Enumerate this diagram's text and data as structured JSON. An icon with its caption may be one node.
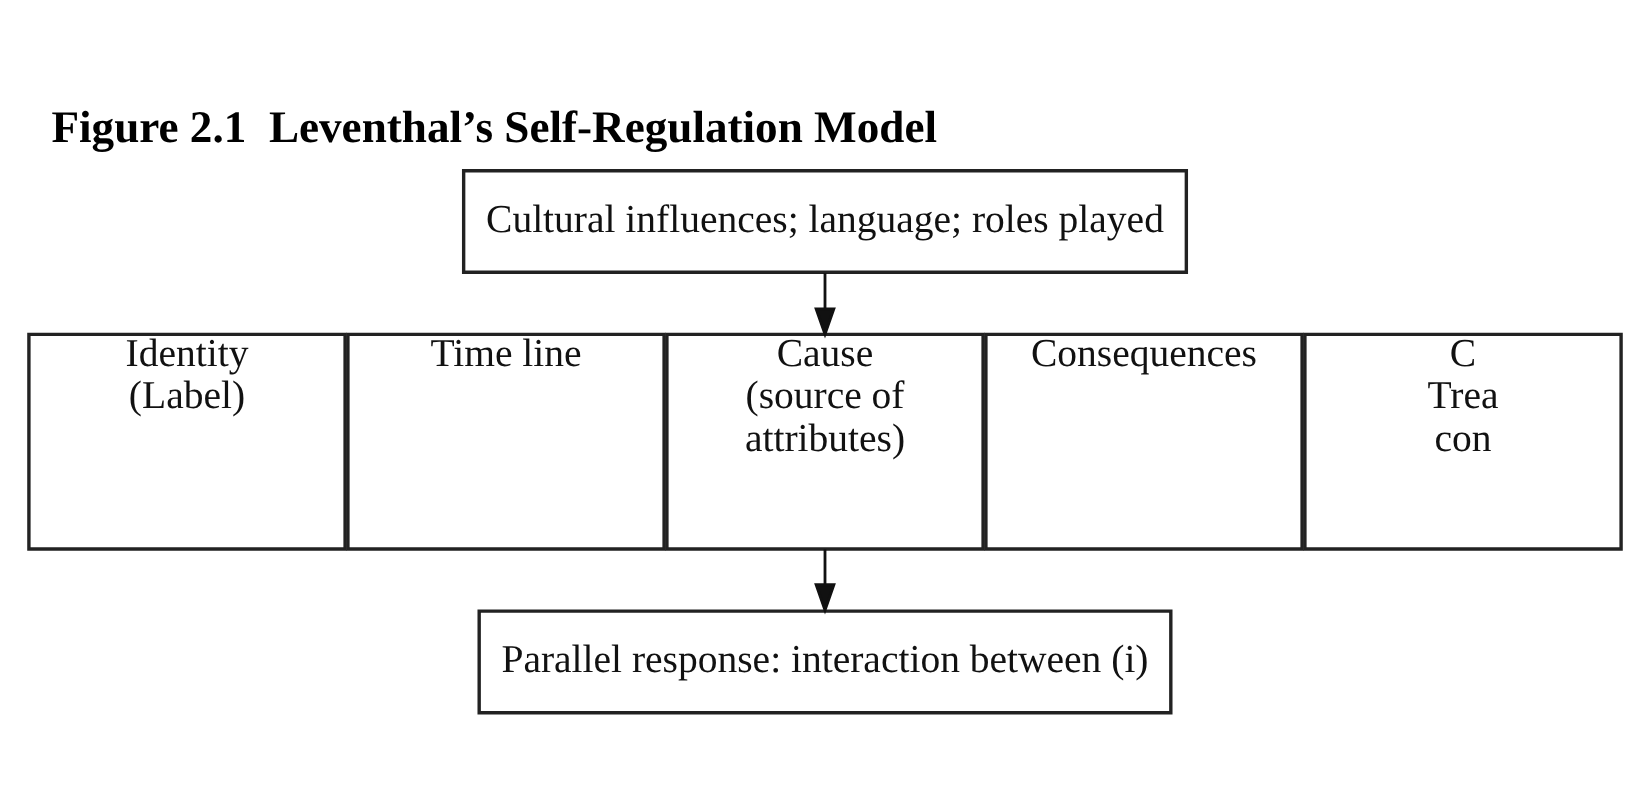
{
  "diagram": {
    "title": "Figure 2.1  Leventhal’s Self-Regulation Model",
    "nodes": [
      {
        "text": [
          "Cultural influences; language; roles played"
        ]
      },
      {
        "text": [
          "Identity (Label)"
        ]
      },
      {
        "text": [
          "Time line"
        ]
      },
      {
        "text": [
          "Cause (source of attributes)"
        ]
      },
      {
        "text": [
          "Consequences"
        ]
      },
      {
        "text": [
          "C Trea con"
        ]
      },
      {
        "text": [
          "Parallel response: interaction between (i)"
        ]
      }
    ],
    "edges": [
      {
        "from": 0,
        "to": 3,
        "arrow": "to"
      },
      {
        "from": 3,
        "to": 6,
        "arrow": "to"
      }
    ]
  }
}
